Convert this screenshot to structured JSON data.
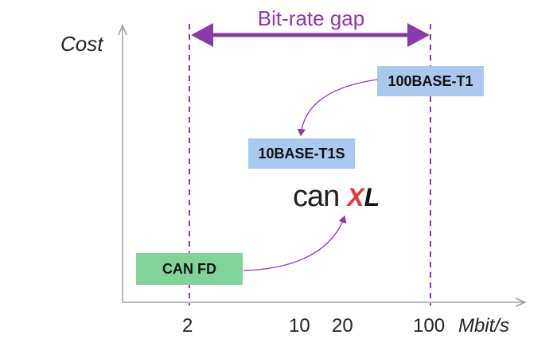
{
  "diagram": {
    "y_axis_label": "Cost",
    "gap_label": "Bit-rate gap",
    "x_unit": "Mbit/s",
    "ticks": [
      "2",
      "10",
      "20",
      "100"
    ],
    "boxes": {
      "t100": "100BASE-T1",
      "t10": "10BASE-T1S",
      "canfd": "CAN FD"
    },
    "logo": {
      "can": "can",
      "x": "X",
      "l": "L"
    },
    "colors": {
      "accent": "#8a3aa8",
      "blue_box": "#a9c9ee",
      "green_box": "#82d39a",
      "axis": "#9aa0a6"
    }
  }
}
